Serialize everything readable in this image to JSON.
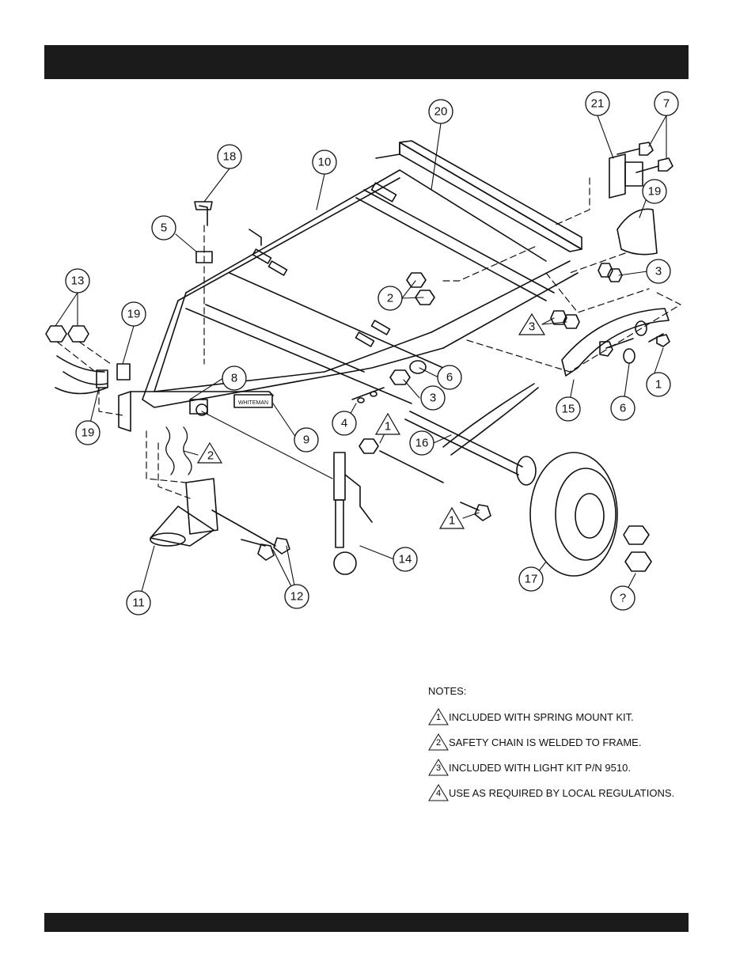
{
  "callouts": {
    "c20": "20",
    "c21": "21",
    "c7": "7",
    "c18": "18",
    "c10": "10",
    "c19a": "19",
    "c5": "5",
    "c13": "13",
    "c19b": "19",
    "c3a": "3",
    "c2": "2",
    "c8": "8",
    "c6a": "6",
    "c3b": "3",
    "c1a": "1",
    "c6b": "6",
    "c15": "15",
    "c4": "4",
    "c9": "9",
    "c19c": "19",
    "c16": "16",
    "c14": "14",
    "c17": "17",
    "c11": "11",
    "c12": "12",
    "cq": "?"
  },
  "triangles": {
    "t3": "3",
    "t2": "2",
    "t1a": "1",
    "t1b": "1"
  },
  "brand": "WHITEMAN",
  "notes": {
    "title": "NOTES:",
    "items": [
      {
        "num": "1",
        "text": "INCLUDED WITH SPRING MOUNT KIT."
      },
      {
        "num": "2",
        "text": "SAFETY CHAIN IS WELDED TO FRAME."
      },
      {
        "num": "3",
        "text": "INCLUDED WITH LIGHT KIT P/N 9510."
      },
      {
        "num": "4",
        "text": "USE AS REQUIRED BY LOCAL REGULATIONS."
      }
    ]
  }
}
